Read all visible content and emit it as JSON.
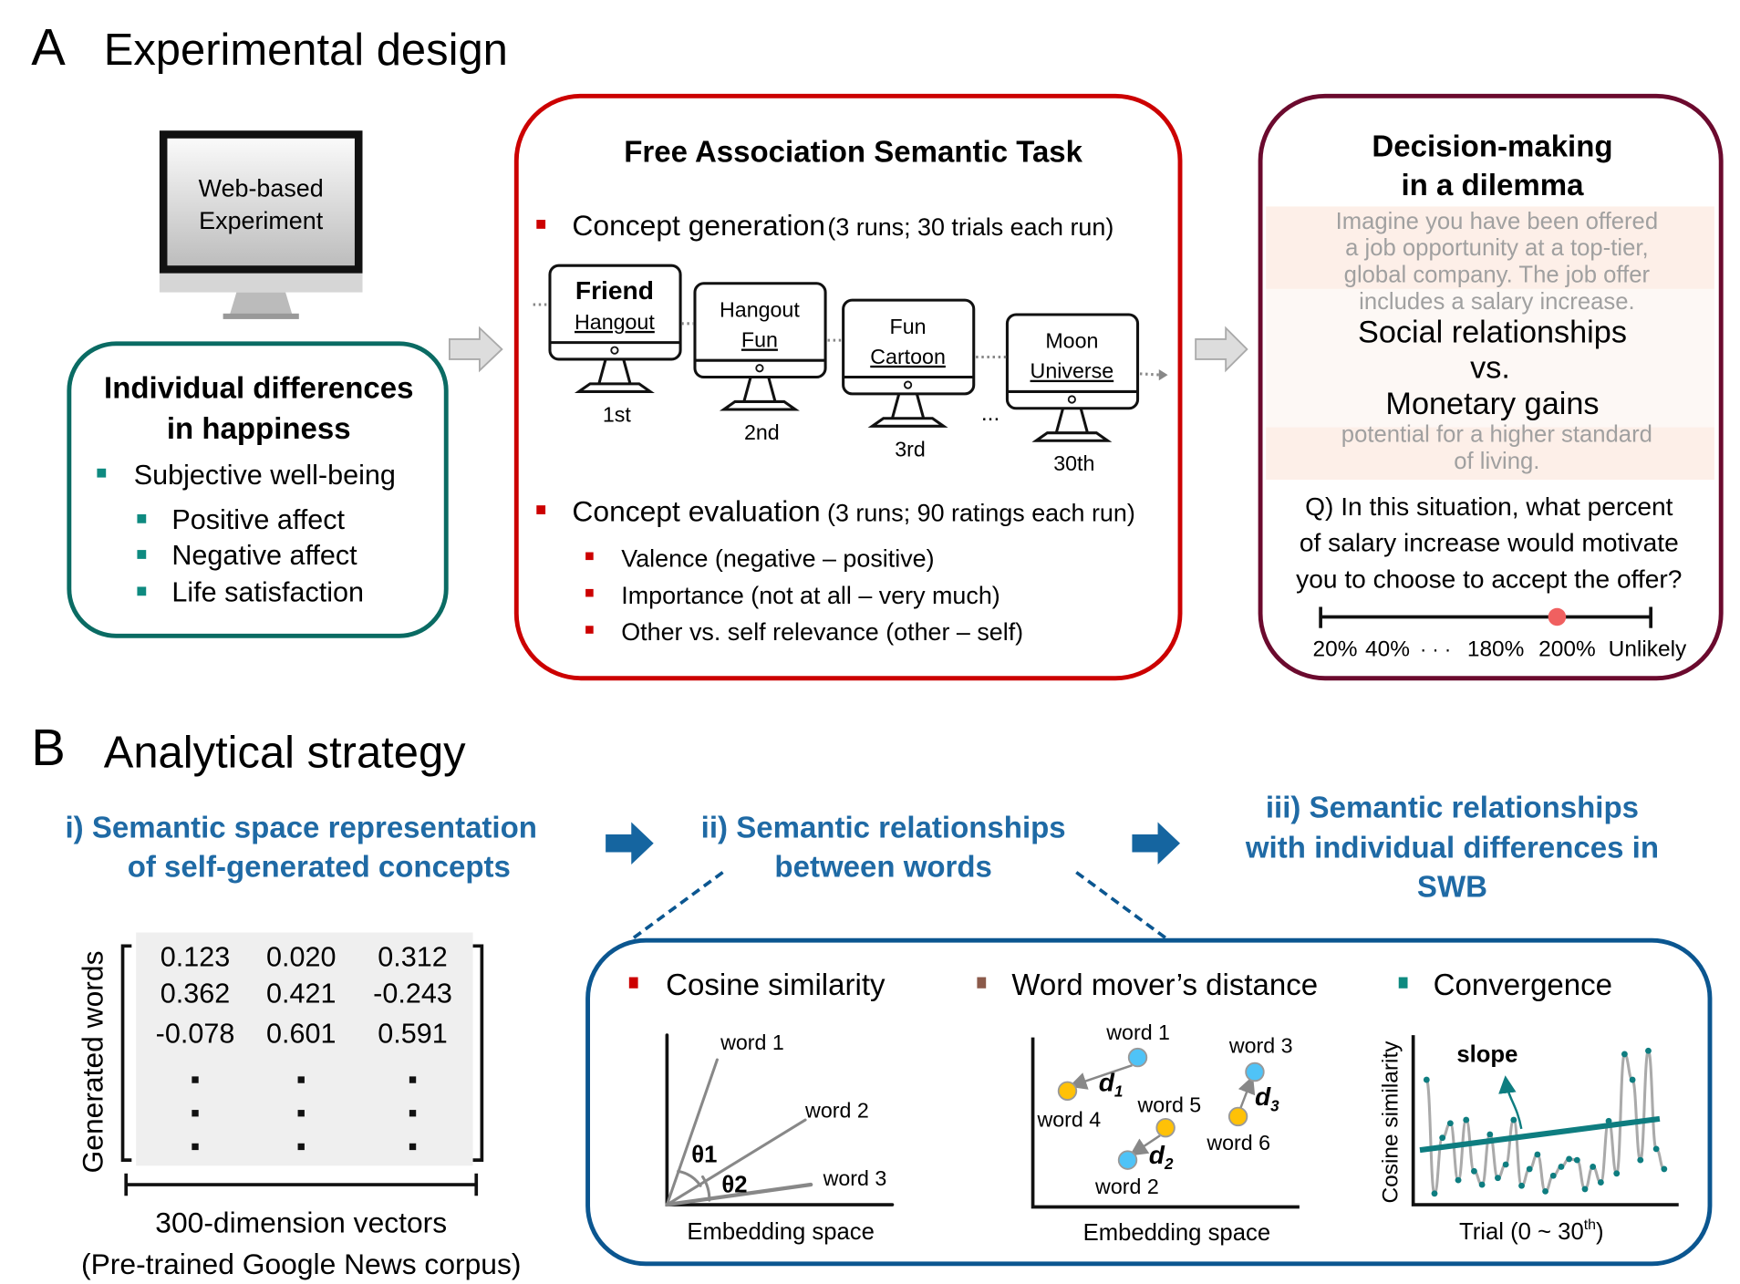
{
  "sectionA": {
    "letter": "A",
    "title": "Experimental design",
    "computer": {
      "line1": "Web-based",
      "line2": "Experiment"
    },
    "happiness": {
      "title1": "Individual differences",
      "title2": "in happiness",
      "item": "Subjective well-being",
      "subitems": [
        "Positive affect",
        "Negative affect",
        "Life satisfaction"
      ]
    },
    "task": {
      "title": "Free Association Semantic Task",
      "generation_label": "Concept generation",
      "generation_detail": "(3 runs; 30 trials each run)",
      "trials": [
        {
          "cue": "Friend",
          "response": "Hangout",
          "order": "1st"
        },
        {
          "cue": "Hangout",
          "response": "Fun",
          "order": "2nd"
        },
        {
          "cue": "Fun",
          "response": "Cartoon",
          "order": "3rd"
        },
        {
          "cue": "Moon",
          "response": "Universe",
          "order": "30th"
        }
      ],
      "ellipsis": "...",
      "evaluation_label": "Concept evaluation",
      "evaluation_detail": "(3 runs; 90 ratings each run)",
      "ratings": [
        "Valence (negative – positive)",
        "Importance (not at all – very much)",
        "Other vs. self relevance (other – self)"
      ]
    },
    "dilemma": {
      "title1": "Decision-making",
      "title2": "in a dilemma",
      "scenario": [
        "Imagine you have been offered",
        "a job opportunity at a top-tier,",
        "global company. The job offer",
        "includes a salary increase.",
        "potential for a higher standard",
        "of living."
      ],
      "option1": "Social relationships",
      "versus": "vs.",
      "option2": "Monetary gains",
      "question": [
        "Q) In this situation, what percent",
        "of salary increase would motivate",
        "you to choose to accept the offer?"
      ],
      "scale_labels": [
        "20%",
        "40%",
        "· · ·",
        "180%",
        "200%",
        "Unlikely"
      ],
      "selected": "200%",
      "colors": {
        "marker": "#f06060",
        "border": "#6b0a2e"
      }
    }
  },
  "sectionB": {
    "letter": "B",
    "title": "Analytical strategy",
    "step1": [
      "i) Semantic space representation",
      "of self-generated concepts"
    ],
    "step2": [
      "ii) Semantic relationships",
      "between words"
    ],
    "step3": [
      "iii) Semantic relationships",
      "with individual differences in",
      "SWB"
    ],
    "matrix": {
      "rows": [
        [
          "0.123",
          "0.020",
          "0.312"
        ],
        [
          "0.362",
          "0.421",
          "-0.243"
        ],
        [
          "-0.078",
          "0.601",
          "0.591"
        ]
      ],
      "row_label": "Generated words",
      "caption1": "300-dimension vectors",
      "caption2": "(Pre-trained Google News corpus)"
    },
    "methods": {
      "cosine": {
        "label": "Cosine similarity",
        "words": [
          "word 1",
          "word 2",
          "word 3"
        ],
        "angles": [
          "θ1",
          "θ2"
        ],
        "xlabel": "Embedding space"
      },
      "wmd": {
        "label": "Word mover’s distance",
        "words": [
          "word 1",
          "word 4",
          "word 5",
          "word 2",
          "word 3",
          "word 6"
        ],
        "distances": [
          "d",
          "d",
          "d"
        ],
        "subs": [
          "1",
          "2",
          "3"
        ],
        "xlabel": "Embedding space"
      },
      "convergence": {
        "label": "Convergence",
        "ylabel": "Cosine similarity",
        "annotation": "slope",
        "xlabel": "Trial (0 ~ 30",
        "xlabel_sup": "th",
        "xlabel_end": ")"
      }
    },
    "colors": {
      "heading": "#1f6aa5",
      "box": "#0b5690",
      "cosine": "#cc0000",
      "wmd": "#8b5a4a",
      "convergence": "#0e8a80"
    }
  }
}
